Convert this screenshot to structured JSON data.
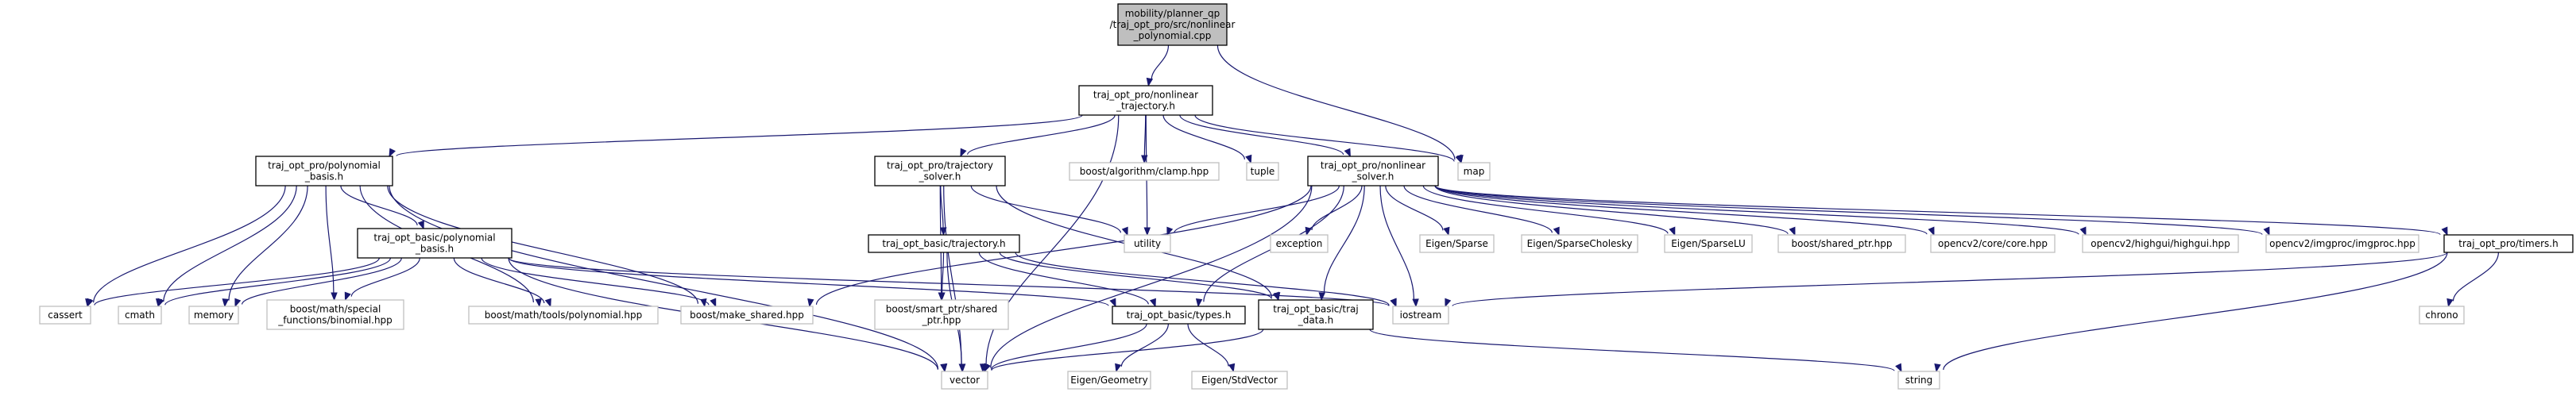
{
  "nodes": [
    {
      "id": "root",
      "kind": "root",
      "lines": [
        "mobility/planner_qp",
        "/traj_opt_pro/src/nonlinear",
        "_polynomial.cpp"
      ]
    },
    {
      "id": "nltraj",
      "kind": "doc",
      "lines": [
        "traj_opt_pro/nonlinear",
        "_trajectory.h"
      ]
    },
    {
      "id": "polybasis",
      "kind": "doc",
      "lines": [
        "traj_opt_pro/polynomial",
        "_basis.h"
      ]
    },
    {
      "id": "trajsolver",
      "kind": "doc",
      "lines": [
        "traj_opt_pro/trajectory",
        "_solver.h"
      ]
    },
    {
      "id": "clamp",
      "kind": "sys",
      "lines": [
        "boost/algorithm/clamp.hpp"
      ]
    },
    {
      "id": "tuple",
      "kind": "sys",
      "lines": [
        "tuple"
      ]
    },
    {
      "id": "nlsolver",
      "kind": "doc",
      "lines": [
        "traj_opt_pro/nonlinear",
        "_solver.h"
      ]
    },
    {
      "id": "map",
      "kind": "sys",
      "lines": [
        "map"
      ]
    },
    {
      "id": "basicpoly",
      "kind": "doc",
      "lines": [
        "traj_opt_basic/polynomial",
        "_basis.h"
      ]
    },
    {
      "id": "basictraj",
      "kind": "doc",
      "lines": [
        "traj_opt_basic/trajectory.h"
      ]
    },
    {
      "id": "utility",
      "kind": "sys",
      "lines": [
        "utility"
      ]
    },
    {
      "id": "exception",
      "kind": "sys",
      "lines": [
        "exception"
      ]
    },
    {
      "id": "eigsparse",
      "kind": "sys",
      "lines": [
        "Eigen/Sparse"
      ]
    },
    {
      "id": "eigchol",
      "kind": "sys",
      "lines": [
        "Eigen/SparseCholesky"
      ]
    },
    {
      "id": "eiglu",
      "kind": "sys",
      "lines": [
        "Eigen/SparseLU"
      ]
    },
    {
      "id": "sharedptr",
      "kind": "sys",
      "lines": [
        "boost/shared_ptr.hpp"
      ]
    },
    {
      "id": "cvcore",
      "kind": "sys",
      "lines": [
        "opencv2/core/core.hpp"
      ]
    },
    {
      "id": "cvhighgui",
      "kind": "sys",
      "lines": [
        "opencv2/highgui/highgui.hpp"
      ]
    },
    {
      "id": "cvimgproc",
      "kind": "sys",
      "lines": [
        "opencv2/imgproc/imgproc.hpp"
      ]
    },
    {
      "id": "timers",
      "kind": "doc",
      "lines": [
        "traj_opt_pro/timers.h"
      ]
    },
    {
      "id": "cassert",
      "kind": "sys",
      "lines": [
        "cassert"
      ]
    },
    {
      "id": "cmath",
      "kind": "sys",
      "lines": [
        "cmath"
      ]
    },
    {
      "id": "memory",
      "kind": "sys",
      "lines": [
        "memory"
      ]
    },
    {
      "id": "binomial",
      "kind": "sys",
      "lines": [
        "boost/math/special",
        "_functions/binomial.hpp"
      ]
    },
    {
      "id": "polyhpp",
      "kind": "sys",
      "lines": [
        "boost/math/tools/polynomial.hpp"
      ]
    },
    {
      "id": "makeshared",
      "kind": "sys",
      "lines": [
        "boost/make_shared.hpp"
      ]
    },
    {
      "id": "smartptr",
      "kind": "sys",
      "lines": [
        "boost/smart_ptr/shared",
        "_ptr.hpp"
      ]
    },
    {
      "id": "types",
      "kind": "doc",
      "lines": [
        "traj_opt_basic/types.h"
      ]
    },
    {
      "id": "trajdata",
      "kind": "doc",
      "lines": [
        "traj_opt_basic/traj",
        "_data.h"
      ]
    },
    {
      "id": "iostream",
      "kind": "sys",
      "lines": [
        "iostream"
      ]
    },
    {
      "id": "chrono",
      "kind": "sys",
      "lines": [
        "chrono"
      ]
    },
    {
      "id": "vector",
      "kind": "sys",
      "lines": [
        "vector"
      ]
    },
    {
      "id": "eiggeom",
      "kind": "sys",
      "lines": [
        "Eigen/Geometry"
      ]
    },
    {
      "id": "eigstdvec",
      "kind": "sys",
      "lines": [
        "Eigen/StdVector"
      ]
    },
    {
      "id": "string",
      "kind": "sys",
      "lines": [
        "string"
      ]
    }
  ],
  "edges": [
    [
      "root",
      "nltraj"
    ],
    [
      "root",
      "map"
    ],
    [
      "nltraj",
      "polybasis"
    ],
    [
      "nltraj",
      "trajsolver"
    ],
    [
      "nltraj",
      "clamp"
    ],
    [
      "nltraj",
      "tuple"
    ],
    [
      "nltraj",
      "nlsolver"
    ],
    [
      "nltraj",
      "map"
    ],
    [
      "nltraj",
      "utility"
    ],
    [
      "nltraj",
      "vector"
    ],
    [
      "polybasis",
      "basicpoly"
    ],
    [
      "polybasis",
      "cassert"
    ],
    [
      "polybasis",
      "cmath"
    ],
    [
      "polybasis",
      "memory"
    ],
    [
      "polybasis",
      "binomial"
    ],
    [
      "polybasis",
      "polyhpp"
    ],
    [
      "polybasis",
      "makeshared"
    ],
    [
      "polybasis",
      "vector"
    ],
    [
      "basicpoly",
      "cassert"
    ],
    [
      "basicpoly",
      "cmath"
    ],
    [
      "basicpoly",
      "memory"
    ],
    [
      "basicpoly",
      "binomial"
    ],
    [
      "basicpoly",
      "polyhpp"
    ],
    [
      "basicpoly",
      "makeshared"
    ],
    [
      "basicpoly",
      "types"
    ],
    [
      "basicpoly",
      "iostream"
    ],
    [
      "basicpoly",
      "vector"
    ],
    [
      "trajsolver",
      "basictraj"
    ],
    [
      "trajsolver",
      "utility"
    ],
    [
      "trajsolver",
      "smartptr"
    ],
    [
      "trajsolver",
      "vector"
    ],
    [
      "trajsolver",
      "trajdata"
    ],
    [
      "basictraj",
      "smartptr"
    ],
    [
      "basictraj",
      "types"
    ],
    [
      "basictraj",
      "trajdata"
    ],
    [
      "basictraj",
      "iostream"
    ],
    [
      "basictraj",
      "vector"
    ],
    [
      "nlsolver",
      "utility"
    ],
    [
      "nlsolver",
      "exception"
    ],
    [
      "nlsolver",
      "eigsparse"
    ],
    [
      "nlsolver",
      "eigchol"
    ],
    [
      "nlsolver",
      "eiglu"
    ],
    [
      "nlsolver",
      "sharedptr"
    ],
    [
      "nlsolver",
      "cvcore"
    ],
    [
      "nlsolver",
      "cvhighgui"
    ],
    [
      "nlsolver",
      "cvimgproc"
    ],
    [
      "nlsolver",
      "timers"
    ],
    [
      "nlsolver",
      "iostream"
    ],
    [
      "nlsolver",
      "makeshared"
    ],
    [
      "nlsolver",
      "types"
    ],
    [
      "nlsolver",
      "trajdata"
    ],
    [
      "nlsolver",
      "vector"
    ],
    [
      "types",
      "vector"
    ],
    [
      "types",
      "eiggeom"
    ],
    [
      "types",
      "eigstdvec"
    ],
    [
      "trajdata",
      "vector"
    ],
    [
      "trajdata",
      "string"
    ],
    [
      "timers",
      "iostream"
    ],
    [
      "timers",
      "chrono"
    ],
    [
      "timers",
      "string"
    ]
  ]
}
